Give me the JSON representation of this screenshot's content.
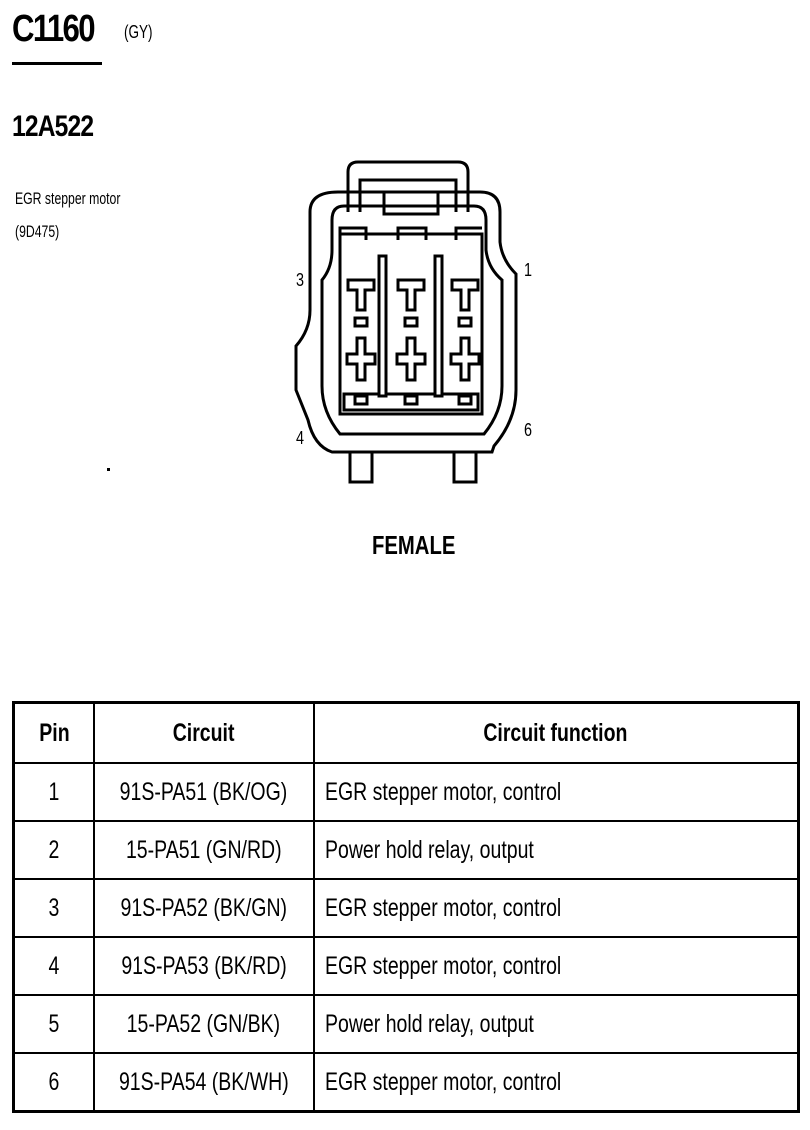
{
  "connector": {
    "id": "C1160",
    "color_code": "(GY)",
    "part_number": "12A522",
    "component_name": "EGR stepper motor",
    "component_ref": "(9D475)",
    "gender": "FEMALE",
    "pin_labels": {
      "top_left": "3",
      "top_right": "1",
      "bottom_left": "4",
      "bottom_right": "6"
    }
  },
  "table": {
    "headers": [
      "Pin",
      "Circuit",
      "Circuit function"
    ],
    "rows": [
      {
        "pin": "1",
        "circuit": "91S-PA51 (BK/OG)",
        "function": "EGR stepper motor, control"
      },
      {
        "pin": "2",
        "circuit": "15-PA51 (GN/RD)",
        "function": "Power hold relay, output"
      },
      {
        "pin": "3",
        "circuit": "91S-PA52 (BK/GN)",
        "function": "EGR stepper motor, control"
      },
      {
        "pin": "4",
        "circuit": "91S-PA53 (BK/RD)",
        "function": "EGR stepper motor, control"
      },
      {
        "pin": "5",
        "circuit": "15-PA52 (GN/BK)",
        "function": "Power hold relay, output"
      },
      {
        "pin": "6",
        "circuit": "91S-PA54 (BK/WH)",
        "function": "EGR stepper motor, control"
      }
    ]
  }
}
